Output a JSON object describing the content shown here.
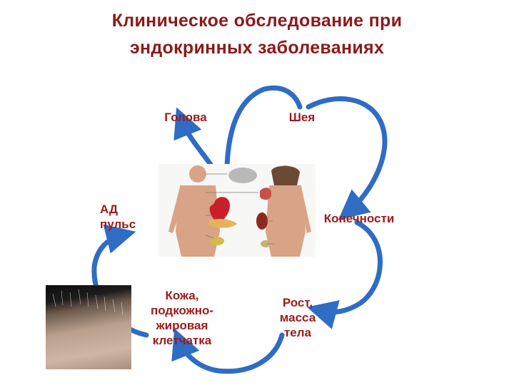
{
  "title": "Клиническое обследование при эндокринных заболеваниях",
  "nodes": {
    "head": "Голова",
    "neck": "Шея",
    "limbs": "Конечности",
    "ad_pulse": "АД\nпульс",
    "skin": "Кожа,\nподкожно-\nжировая\nклетчатка",
    "growth": "Рост,\nмасса\nтела"
  },
  "colors": {
    "title": "#8b1a1a",
    "label": "#9b1b1b",
    "arrow": "#2f6cc4"
  },
  "images": {
    "anatomy": "endocrine-organs-illustration",
    "skin": "skin-hair-closeup-photo"
  }
}
